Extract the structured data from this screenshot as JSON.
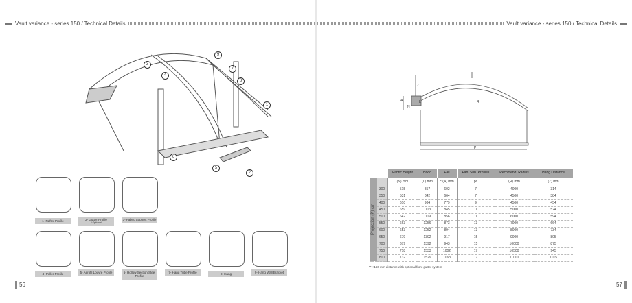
{
  "left": {
    "title": "Vault variance - series 150 / Technical Details",
    "page_number": "56",
    "callouts": [
      "1",
      "2",
      "3",
      "4",
      "5",
      "6",
      "7",
      "8",
      "9"
    ],
    "profiles": [
      {
        "label": "1- Rafter Profile",
        "note": ""
      },
      {
        "label": "2- Gutter Profile",
        "note": "* Optional"
      },
      {
        "label": "3- Fabric Support Profile",
        "note": ""
      },
      {
        "label": "4- Puller Profile",
        "note": ""
      },
      {
        "label": "5- Aerofil Louvre Profile",
        "note": ""
      },
      {
        "label": "6- Hollow Section Steel Profile",
        "note": ""
      },
      {
        "label": "7- Hang Tube Profile",
        "note": ""
      },
      {
        "label": "8- Hang",
        "note": ""
      },
      {
        "label": "9- Hang Wall Bracket",
        "note": ""
      }
    ]
  },
  "right": {
    "title": "Vault variance - series 150 / Technical Details",
    "page_number": "57",
    "diagram_labels": {
      "Z": "Z",
      "A": "A",
      "N": "N",
      "L": "L",
      "R": "R",
      "P": "P"
    },
    "table": {
      "row_header": "Projection (P) cm",
      "columns": [
        {
          "name": "Fabric Height",
          "unit": "(N) mm"
        },
        {
          "name": "Hood",
          "unit": "(L) mm"
        },
        {
          "name": "Fall",
          "unit": "**(A) mm"
        },
        {
          "name": "Fab. Sub. Profiles",
          "unit": "pc"
        },
        {
          "name": "Recomend. Radius",
          "unit": "(R) mm"
        },
        {
          "name": "Hang Distance",
          "unit": "(Z) mm"
        }
      ],
      "rows": [
        [
          "300",
          "515",
          "857",
          "602",
          "7",
          "4000",
          "314"
        ],
        [
          "350",
          "531",
          "842",
          "664",
          "7",
          "4500",
          "384"
        ],
        [
          "400",
          "610",
          "984",
          "779",
          "9",
          "4500",
          "454"
        ],
        [
          "450",
          "659",
          "1113",
          "845",
          "11",
          "5000",
          "524"
        ],
        [
          "500",
          "642",
          "1119",
          "856",
          "11",
          "6000",
          "594"
        ],
        [
          "550",
          "663",
          "1256",
          "873",
          "13",
          "7000",
          "664"
        ],
        [
          "600",
          "653",
          "1252",
          "894",
          "13",
          "8000",
          "734"
        ],
        [
          "650",
          "679",
          "1392",
          "917",
          "15",
          "9000",
          "805"
        ],
        [
          "700",
          "679",
          "1392",
          "943",
          "15",
          "10000",
          "875"
        ],
        [
          "750",
          "718",
          "1533",
          "1002",
          "17",
          "10500",
          "945"
        ],
        [
          "800",
          "732",
          "1529",
          "1063",
          "17",
          "11000",
          "1015"
        ]
      ]
    },
    "footnote": "** +160 mm distance with optional front gutter system"
  }
}
